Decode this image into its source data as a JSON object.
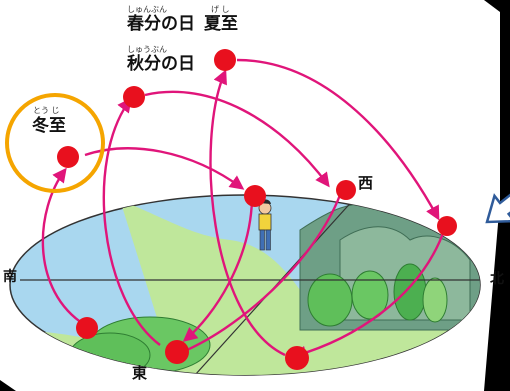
{
  "labels": {
    "spring_equinox": "春分の日",
    "autumn_equinox": "秋分の日",
    "summer_solstice": "夏至",
    "winter_solstice": "冬至",
    "west": "西",
    "south": "南",
    "north": "北",
    "east": "東"
  },
  "furigana": {
    "spring_equinox": "しゅんぶん",
    "autumn_equinox": "しゅうぶん",
    "summer_solstice": "げ し",
    "winter_solstice": "とう じ"
  },
  "colors": {
    "background": "#000000",
    "panel": "#ffffff",
    "sun": "#e8101e",
    "path_arrow": "#e0157a",
    "highlight_circle": "#f5a500",
    "pointer_arrow": "#2f5b9a",
    "sky_ground": "#a9d7ef",
    "grass": "#bfe79b",
    "mountain": "#6e9f86",
    "tree": "#5fbf5a"
  },
  "icons": {
    "sun": "red-sun-dot",
    "observer": "person-figure",
    "pointer": "hollow-arrow-icon"
  }
}
